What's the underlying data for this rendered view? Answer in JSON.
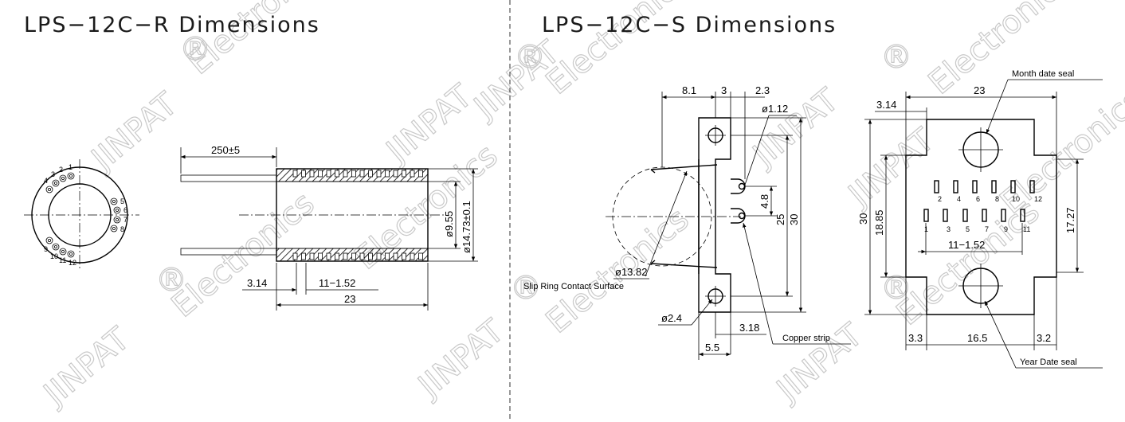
{
  "titles": {
    "left": "LPS−12C−R  Dimensions",
    "right": "LPS−12C−S  Dimensions"
  },
  "watermark": {
    "brand": "JINPAT",
    "registered": "®",
    "word": "Electronics"
  },
  "r_view": {
    "ring_pins_top": [
      "4",
      "3",
      "2",
      "1"
    ],
    "ring_pins_right": [
      "5",
      "6",
      "7",
      "8"
    ],
    "ring_pins_bottom": [
      "9",
      "10",
      "11",
      "12"
    ],
    "dims": {
      "lead_length": "250±5",
      "bore": "ø9.55",
      "outer": "ø14.73±0.1",
      "offset": "3.14",
      "pitch": "11−1.52",
      "length": "23"
    }
  },
  "s_side_view": {
    "dims": {
      "d1": "8.1",
      "d2": "3",
      "d3": "2.3",
      "hole_small": "ø1.12",
      "pin_gap": "4.8",
      "h25": "25",
      "h30": "30",
      "contact_dia": "ø13.82",
      "mount_hole": "ø2.4",
      "d318": "3.18",
      "d55": "5.5"
    },
    "labels": {
      "contact": "Slip Ring Contact Surface",
      "copper": "Copper strip"
    }
  },
  "s_front_view": {
    "dims": {
      "width": "23",
      "offset": "3.14",
      "height": "30",
      "h1885": "18.85",
      "h1727": "17.27",
      "pitch": "11−1.52",
      "b33": "3.3",
      "b165": "16.5",
      "b32": "3.2"
    },
    "pins_top": [
      "2",
      "4",
      "6",
      "8",
      "10",
      "12"
    ],
    "pins_bottom": [
      "1",
      "3",
      "5",
      "7",
      "9",
      "11"
    ],
    "labels": {
      "month": "Month date seal",
      "year": "Year Date seal"
    }
  }
}
